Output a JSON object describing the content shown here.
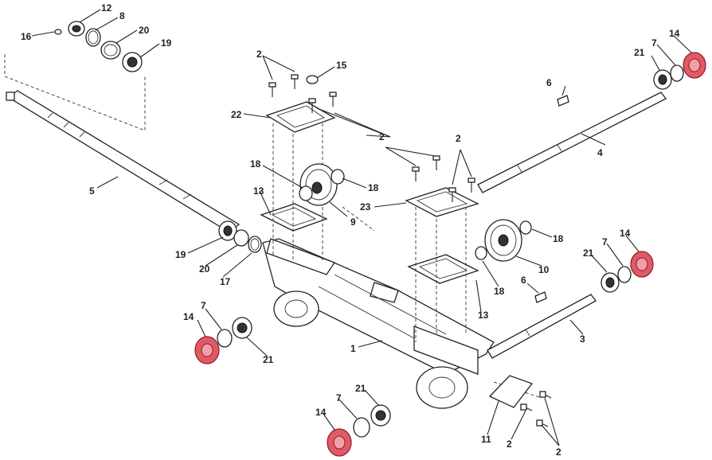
{
  "labels": {
    "n1": "1",
    "n2": "2",
    "n3": "3",
    "n4": "4",
    "n5": "5",
    "n6": "6",
    "n7": "7",
    "n8": "8",
    "n9": "9",
    "n10": "10",
    "n11": "11",
    "n12": "12",
    "n13": "13",
    "n14": "14",
    "n15": "15",
    "n16": "16",
    "n17": "17",
    "n18": "18",
    "n19": "19",
    "n20": "20",
    "n21": "21",
    "n22": "22",
    "n23": "23"
  },
  "colors": {
    "highlight": "#e05a66",
    "line": "#222222"
  }
}
